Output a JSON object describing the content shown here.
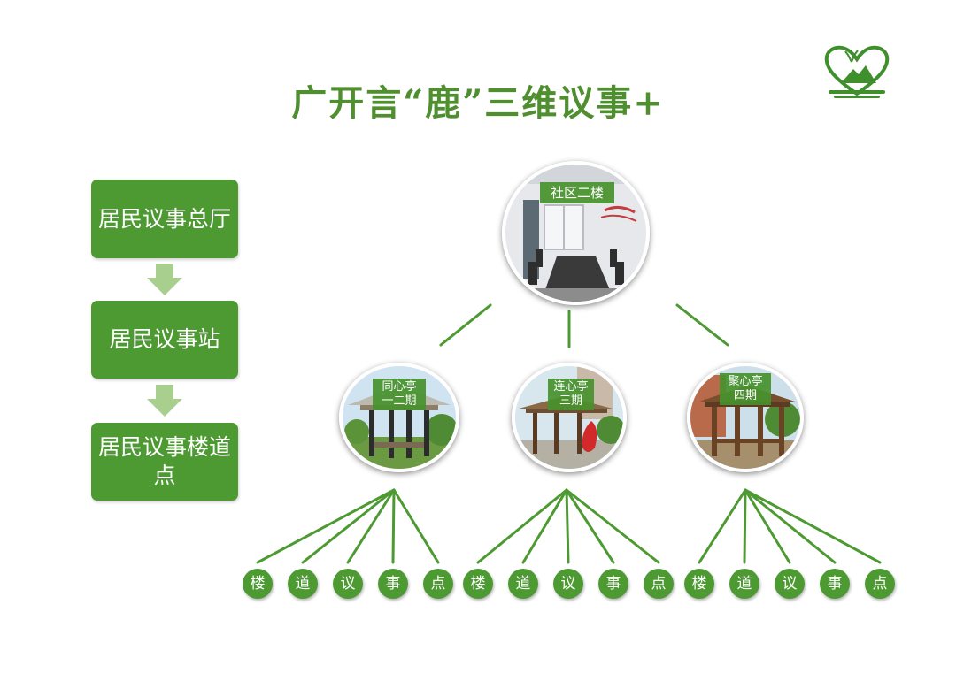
{
  "title": "广开言“鹿”三维议事+",
  "hierarchy": [
    {
      "label": "居民议事总厅"
    },
    {
      "label": "居民议事站"
    },
    {
      "label": "居民议事楼道点"
    }
  ],
  "top_node": {
    "label": "社区二楼"
  },
  "stations": [
    {
      "line1": "同心亭",
      "line2": "一二期"
    },
    {
      "line1": "连心亭",
      "line2": "三期"
    },
    {
      "line1": "聚心亭",
      "line2": "四期"
    }
  ],
  "leaf_groups": [
    [
      "楼",
      "道",
      "议",
      "事",
      "点"
    ],
    [
      "楼",
      "道",
      "议",
      "事",
      "点"
    ],
    [
      "楼",
      "道",
      "议",
      "事",
      "点"
    ]
  ],
  "colors": {
    "primary_green": "#4d9a33",
    "title_green": "#4f8f2f",
    "arrow_green": "#a8cf8e"
  },
  "icons": {
    "logo": "deer-heart-logo-icon",
    "arrow": "down-arrow-icon"
  }
}
